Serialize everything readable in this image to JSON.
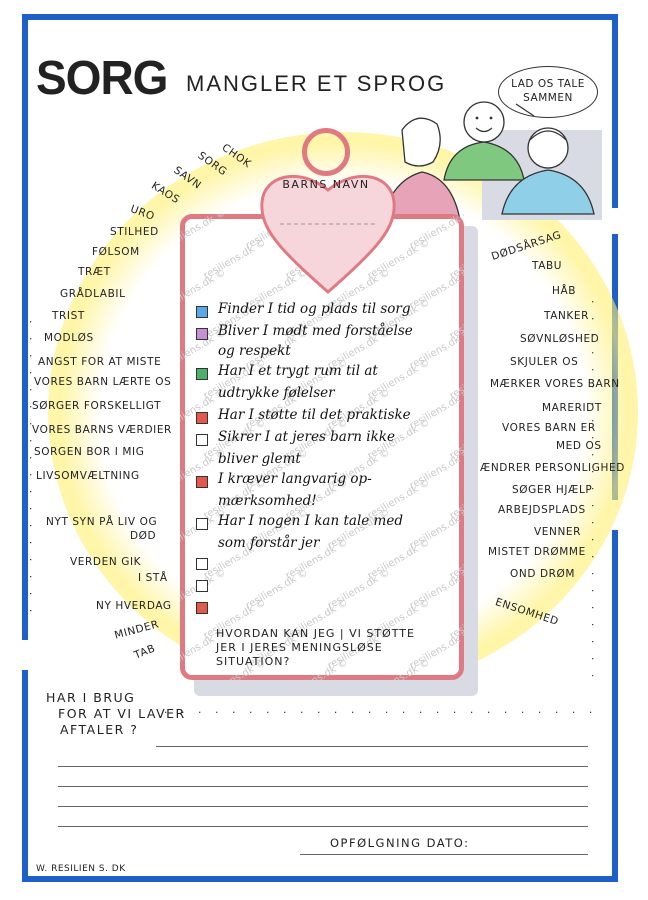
{
  "title": {
    "big": "SORG",
    "small": "MANGLER ET SPROG"
  },
  "speech_bubble": "LAD OS TALE SAMMEN",
  "heart_label": "BARNS NAVN",
  "watermark_text": "resiliens.dk ©",
  "left_words": [
    "CHOK",
    "SORG",
    "SAVN",
    "KAOS",
    "URO",
    "STILHED",
    "FØLSOM",
    "TRÆT",
    "GRÅDLABIL",
    "TRIST",
    "MODLØS",
    "ANGST FOR AT MISTE",
    "VORES BARN LÆRTE OS",
    "SØRGER FORSKELLIGT",
    "VORES BARNS VÆRDIER",
    "SORGEN BOR I MIG",
    "LIVSOMVÆLTNING",
    "NYT SYN PÅ LIV OG",
    "DØD",
    "VERDEN GIK",
    "I STÅ",
    "NY HVERDAG",
    "MINDER",
    "TAB"
  ],
  "right_words": [
    "DØDSÅRSAG",
    "TABU",
    "HÅB",
    "TANKER",
    "SØVNLØSHED",
    "SKJULER OS",
    "MÆRKER VORES BARN",
    "MARERIDT",
    "VORES BARN ER",
    "MED OS",
    "ÆNDRER PERSONLIGHED",
    "SØGER HJÆLP",
    "ARBEJDSPLADS",
    "VENNER",
    "MISTET DRØMME",
    "OND DRØM",
    "ENSOMHED"
  ],
  "checklist": [
    {
      "lines": [
        "Finder I tid og plads til sorg"
      ],
      "color": "#5aa9e6"
    },
    {
      "lines": [
        "Bliver I mødt med forståelse",
        "og respekt"
      ],
      "color": "#c98fd6"
    },
    {
      "lines": [
        "Har I et trygt rum til at",
        "udtrykke følelser"
      ],
      "color": "#4caf6a"
    },
    {
      "lines": [
        "Har I støtte til det praktiske"
      ],
      "color": "#e2584c"
    },
    {
      "lines": [
        "Sikrer I at jeres barn ikke",
        "bliver glemt"
      ],
      "color": "#ffffff"
    },
    {
      "lines": [
        "I kræver langvarig op-",
        "mærksomhed!"
      ],
      "color": "#e2584c"
    },
    {
      "lines": [
        "Har I nogen I kan tale med",
        "som forstår jer"
      ],
      "color": "#ffffff"
    },
    {
      "lines": [
        ""
      ],
      "color": "#ffffff"
    },
    {
      "lines": [
        ""
      ],
      "color": "#ffffff"
    },
    {
      "lines": [
        ""
      ],
      "color": "#e2584c"
    }
  ],
  "support_question": [
    "HVORDAN KAN JEG | VI STØTTE",
    "JER I JERES MENINGSLØSE",
    "SITUATION?"
  ],
  "bottom_question": [
    "HAR I BRUG",
    "FOR AT VI LAVER",
    "AFTALER ?"
  ],
  "followup_label": "OPFØLGNING DATO:",
  "footer": "W. RESILIEN S. DK",
  "colors": {
    "frame": "#1f5fc8",
    "clipboard": "#e07a82",
    "highlight": "#ffec5a"
  }
}
